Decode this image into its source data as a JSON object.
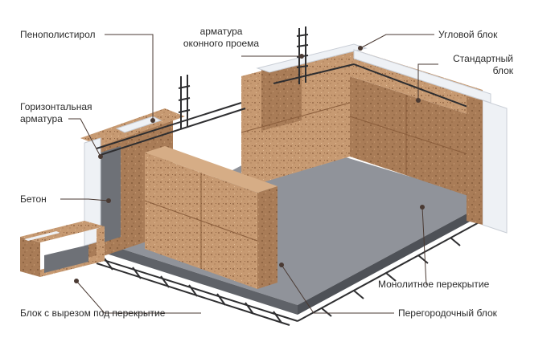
{
  "colors": {
    "block": "#c79a72",
    "block_light": "#d6ad86",
    "block_dark": "#a97c57",
    "block_speckle": "#8a5d3b",
    "slab_top": "#8f9298",
    "slab_side": "#5f6268",
    "rebar": "#2e2e30",
    "foam": "#eef1f5",
    "foam_edge": "#c9ced6",
    "concrete": "#6e7177",
    "leader": "#4a3a33",
    "text": "#2b2b2b"
  },
  "labels": {
    "foam": "Пенополистирол",
    "window_rebar": [
      "арматура",
      "оконного проема"
    ],
    "corner_block": "Угловой блок",
    "standard_block": [
      "Стандартный",
      "блок"
    ],
    "horizontal_rebar": [
      "Горизонтальная",
      "арматура"
    ],
    "concrete": "Бетон",
    "monolithic_slab": "Монолитное перекрытие",
    "partition_block": "Перегородочный блок",
    "cutout_block": "Блок с вырезом под перекрытие"
  }
}
